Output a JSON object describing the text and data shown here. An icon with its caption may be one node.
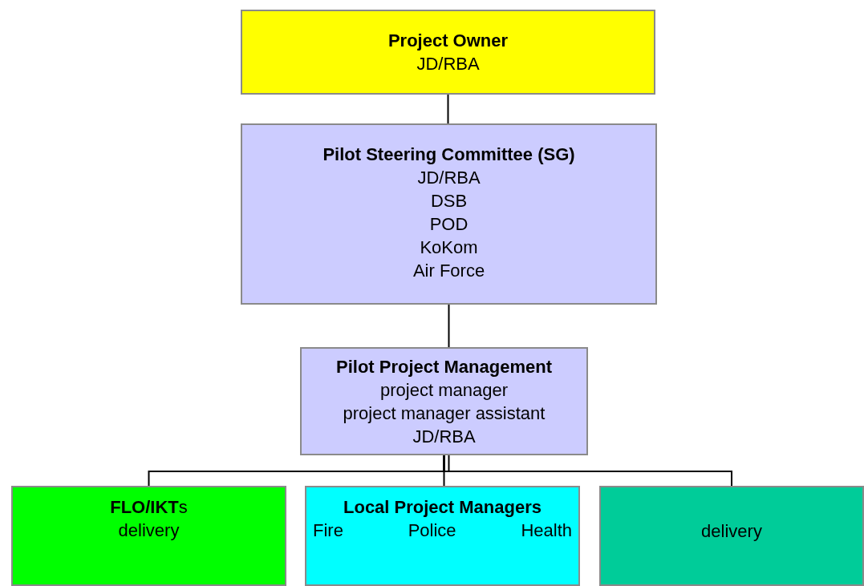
{
  "diagram": {
    "nodes": [
      {
        "text": [
          "Project Owner",
          "JD/RBA"
        ]
      },
      {
        "text": [
          "Pilot Steering Committee (SG)",
          "JD/RBA",
          "DSB",
          "POD",
          "KoKom",
          "Air Force"
        ]
      },
      {
        "text": [
          "Pilot Project Management",
          "project manager",
          "project manager assistant",
          "JD/RBA"
        ]
      },
      {
        "text": [
          "**FLO/IKT**s",
          "delivery"
        ]
      },
      {
        "text": [
          "Local Project Managers",
          "Fire",
          "Police",
          "Health"
        ]
      },
      {
        "text": [
          "delivery"
        ]
      }
    ],
    "edges": [
      {
        "from": 0,
        "to": 1,
        "arrow": "none"
      },
      {
        "from": 1,
        "to": 2,
        "arrow": "none"
      },
      {
        "from": 2,
        "to": 3,
        "arrow": "none"
      },
      {
        "from": 2,
        "to": 4,
        "arrow": "none"
      },
      {
        "from": 2,
        "to": 5,
        "arrow": "none"
      }
    ]
  }
}
